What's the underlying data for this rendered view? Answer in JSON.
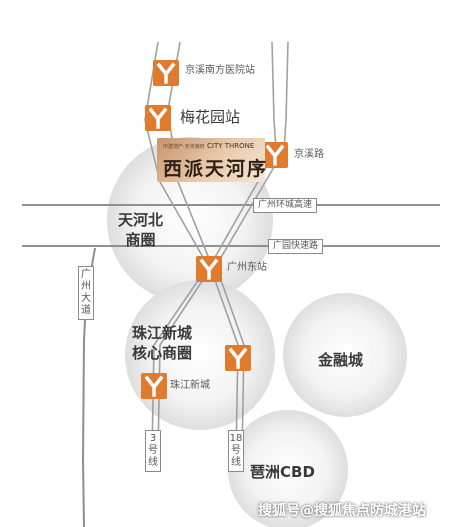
{
  "stations": {
    "jingxi_nanfang": "京溪南方医院站",
    "meihuayuan": "梅花园站",
    "jingxilu": "京溪路",
    "guangzhou_dong": "广州东站",
    "zhujiang_xincheng": "珠江新城"
  },
  "project": {
    "name_small": "中建地产·天河瀚府",
    "name_en": "CITY THRONE",
    "name_zh": "西派天河序"
  },
  "roads": {
    "huancheng": "广州环城高速",
    "guangyuan": "广园快速路",
    "guangzhou_dadao": [
      "广",
      "州",
      "大",
      "道"
    ]
  },
  "metro": {
    "line3": [
      "3",
      "号",
      "线"
    ],
    "line18": [
      "18",
      "号",
      "线"
    ]
  },
  "districts": {
    "tianhebei": [
      "天河北",
      "商圈"
    ],
    "zhujiang_core": [
      "珠江新城",
      "核心商圈"
    ],
    "jinrongcheng": "金融城",
    "pazhou": "琶洲CBD"
  },
  "watermark": "搜狐号@搜狐焦点防城港站",
  "colors": {
    "accent": "#e07a2c",
    "road": "#8f8f8f",
    "rail": "#9a9a9a",
    "circle": "#e9e9e9"
  },
  "icons": {
    "station": "metro-station-icon"
  }
}
